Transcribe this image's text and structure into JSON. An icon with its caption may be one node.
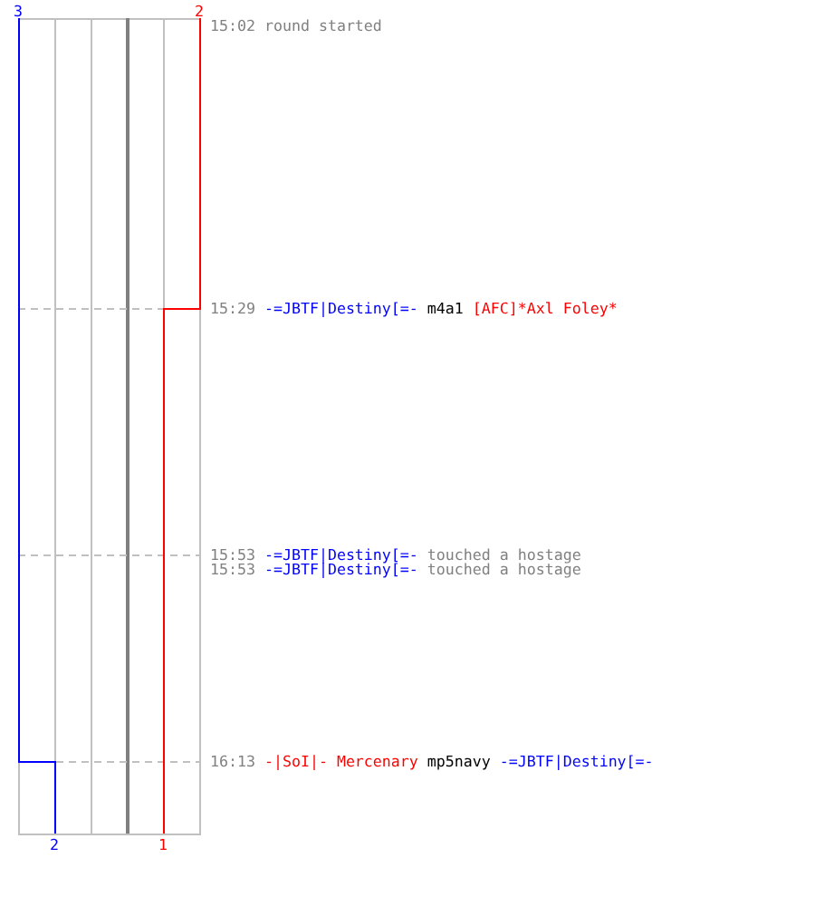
{
  "diagram": {
    "labels": [
      "3",
      "2",
      "15:02",
      "round started",
      "15:29",
      "-=JBTF|Destiny[=-",
      "m4a1",
      "[AFC]*Axl Foley*",
      "15:53",
      "-=JBTF|Destiny[=-",
      "touched a hostage",
      "15:53",
      "-=JBTF|Destiny[=-",
      "touched a hostage",
      "16:13",
      "-|SoI|- Mercenary",
      "mp5navy",
      "-=JBTF|Destiny[=-",
      "2",
      "1"
    ]
  }
}
